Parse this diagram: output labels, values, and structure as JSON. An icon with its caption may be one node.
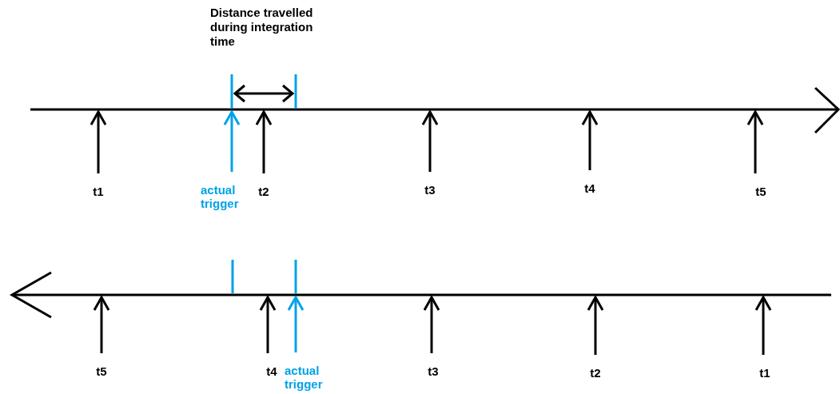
{
  "diagram": {
    "nodes": [
      {
        "text": [
          "t1"
        ]
      },
      {
        "text": [
          "actual trigger"
        ]
      },
      {
        "text": [
          "t2"
        ]
      },
      {
        "text": [
          "t3"
        ]
      },
      {
        "text": [
          "t4"
        ]
      },
      {
        "text": [
          "t5"
        ]
      },
      {
        "text": [
          "t5"
        ]
      },
      {
        "text": [
          "t4"
        ]
      },
      {
        "text": [
          "actual trigger"
        ]
      },
      {
        "text": [
          "t3"
        ]
      },
      {
        "text": [
          "t2"
        ]
      },
      {
        "text": [
          "t1"
        ]
      }
    ],
    "edges": [
      {
        "from": 0,
        "to": null,
        "arrow": "to"
      },
      {
        "from": 1,
        "to": null,
        "arrow": "to",
        "color": "#00a2e8"
      },
      {
        "from": 2,
        "to": null,
        "arrow": "to"
      },
      {
        "from": 3,
        "to": null,
        "arrow": "to"
      },
      {
        "from": 4,
        "to": null,
        "arrow": "to"
      },
      {
        "from": 5,
        "to": null,
        "arrow": "to"
      },
      {
        "from": 6,
        "to": null,
        "arrow": "to"
      },
      {
        "from": 7,
        "to": null,
        "arrow": "to"
      },
      {
        "from": 8,
        "to": null,
        "arrow": "to",
        "color": "#00a2e8"
      },
      {
        "from": 9,
        "to": null,
        "arrow": "to"
      },
      {
        "from": 10,
        "to": null,
        "arrow": "to"
      },
      {
        "from": 11,
        "to": null,
        "arrow": "to"
      }
    ],
    "labels": [
      "Distance travelled during integration time"
    ]
  }
}
